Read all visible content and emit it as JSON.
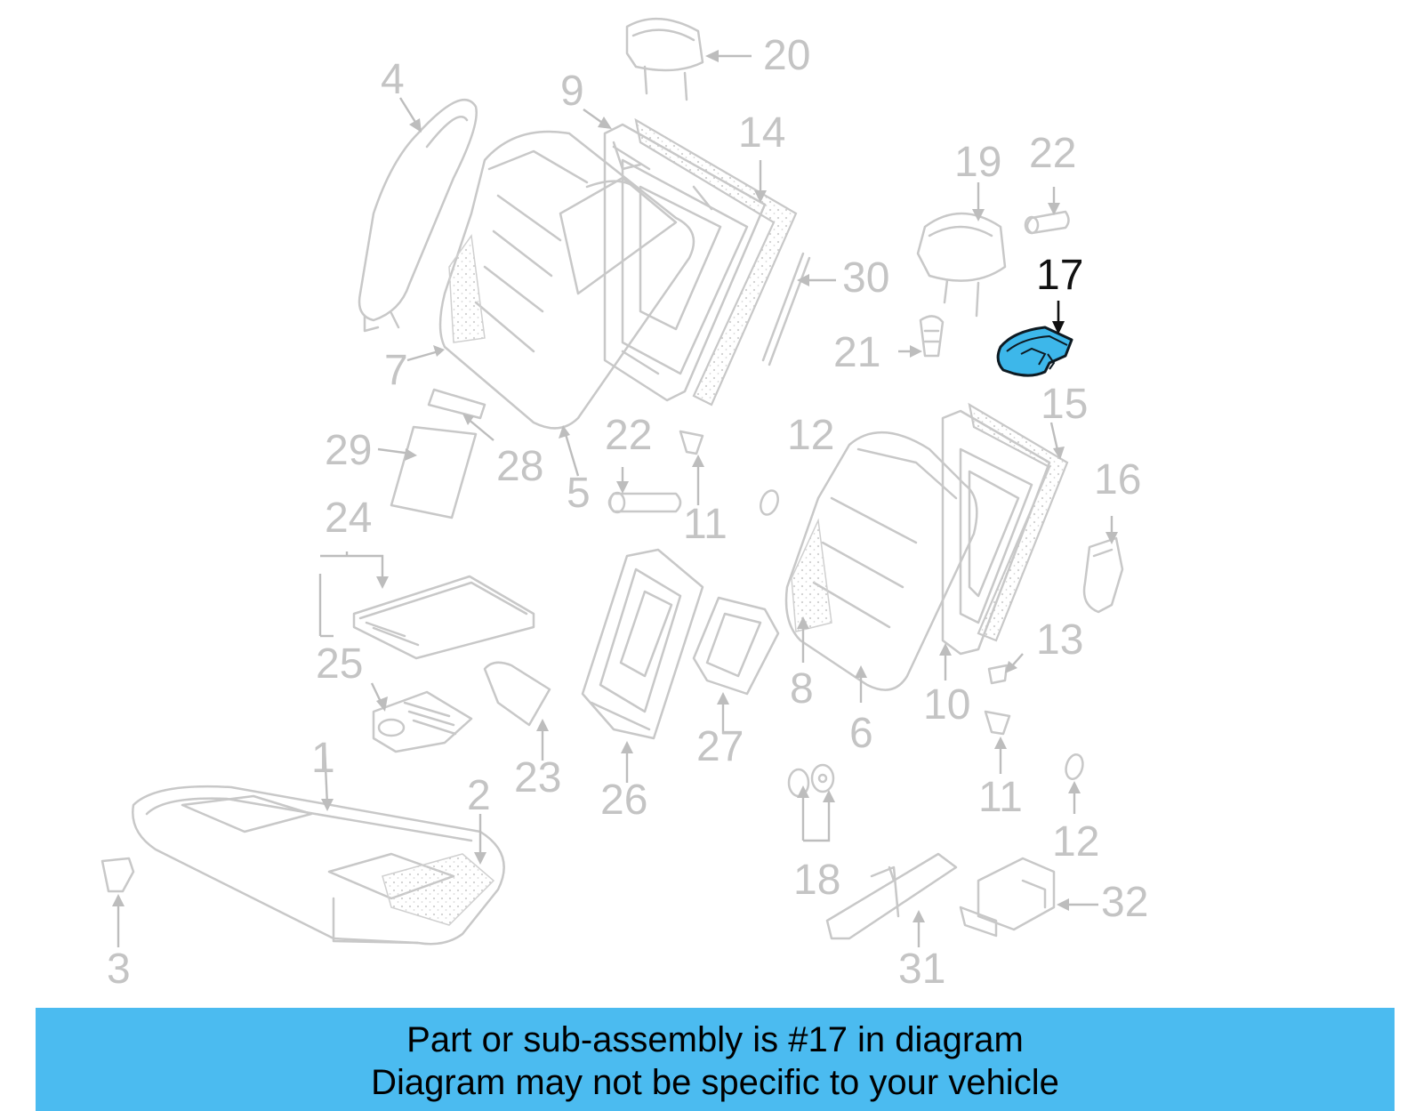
{
  "diagram": {
    "callouts": [
      {
        "id": "c1",
        "text": "1"
      },
      {
        "id": "c2",
        "text": "2"
      },
      {
        "id": "c3",
        "text": "3"
      },
      {
        "id": "c4",
        "text": "4"
      },
      {
        "id": "c5",
        "text": "5"
      },
      {
        "id": "c6",
        "text": "6"
      },
      {
        "id": "c7",
        "text": "7"
      },
      {
        "id": "c8",
        "text": "8"
      },
      {
        "id": "c9",
        "text": "9"
      },
      {
        "id": "c10",
        "text": "10"
      },
      {
        "id": "c11a",
        "text": "11"
      },
      {
        "id": "c11b",
        "text": "11"
      },
      {
        "id": "c12a",
        "text": "12"
      },
      {
        "id": "c12b",
        "text": "12"
      },
      {
        "id": "c13",
        "text": "13"
      },
      {
        "id": "c14",
        "text": "14"
      },
      {
        "id": "c15",
        "text": "15"
      },
      {
        "id": "c16",
        "text": "16"
      },
      {
        "id": "c17",
        "text": "17"
      },
      {
        "id": "c18",
        "text": "18"
      },
      {
        "id": "c19",
        "text": "19"
      },
      {
        "id": "c20",
        "text": "20"
      },
      {
        "id": "c21",
        "text": "21"
      },
      {
        "id": "c22a",
        "text": "22"
      },
      {
        "id": "c22b",
        "text": "22"
      },
      {
        "id": "c23",
        "text": "23"
      },
      {
        "id": "c24",
        "text": "24"
      },
      {
        "id": "c25",
        "text": "25"
      },
      {
        "id": "c26",
        "text": "26"
      },
      {
        "id": "c27",
        "text": "27"
      },
      {
        "id": "c28",
        "text": "28"
      },
      {
        "id": "c29",
        "text": "29"
      },
      {
        "id": "c30",
        "text": "30"
      },
      {
        "id": "c31",
        "text": "31"
      },
      {
        "id": "c32",
        "text": "32"
      }
    ],
    "highlighted_part": "17",
    "highlight_color": "#3db7ea"
  },
  "footer": {
    "line1": "Part or sub-assembly is #17 in diagram",
    "line2": "Diagram may not be specific to your vehicle",
    "background_color": "#4bbbf0"
  }
}
